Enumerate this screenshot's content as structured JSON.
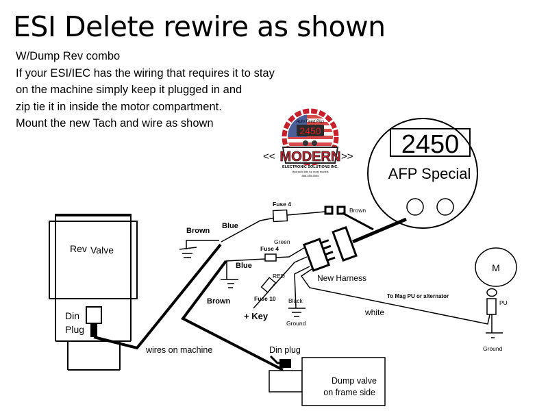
{
  "title": "ESI Delete rewire as shown",
  "intro_lines": [
    "W/Dump Rev combo",
    "If your ESI/IEC has the wiring that requires it to stay",
    "on the machine simply keep it plugged in and",
    "zip tie it in inside the motor compartment.",
    "Mount the new Tach and wire as shown"
  ],
  "logo": {
    "top_text": "Auto Feed Plus",
    "display_value": "2450",
    "brand": "MODERN",
    "company": "ELECTRONIC SOLUTIONS INC.",
    "tagline": "Hydraulic kits for most models",
    "phone": "888-555-5555",
    "left_arrows": "<<",
    "right_arrows": ">>",
    "colors": {
      "red": "#c8202a",
      "blue": "#2a3f7a",
      "dark": "#222222",
      "display_red": "#e02020"
    }
  },
  "tach": {
    "reading": "2450",
    "label": "AFP Special"
  },
  "rev_valve": {
    "label_1": "Rev",
    "label_2": "Valve",
    "din_label_1": "Din",
    "din_label_2": "Plug"
  },
  "wires": {
    "wires_on_machine": "wires on machine",
    "brown_upper": "Brown",
    "blue_upper": "Blue",
    "blue_lower": "Blue",
    "brown_lower": "Brown",
    "fuse_upper": "Fuse 4",
    "fuse_middle": "Fuse 4",
    "green": "Green",
    "brown_right": "Brown",
    "red": "RED",
    "fuse_key": "Fuse 10",
    "key": "+ Key",
    "black": "Black",
    "ground_harness": "Ground",
    "new_harness": "New Harness",
    "white": "white",
    "mag_pu": "To Mag PU or alternator"
  },
  "motor": {
    "label": "M",
    "pu_label": "PU",
    "ground_label": "Ground"
  },
  "dump_valve": {
    "din_plug": "Din plug",
    "label_1": "Dump valve",
    "label_2": "on frame side"
  }
}
